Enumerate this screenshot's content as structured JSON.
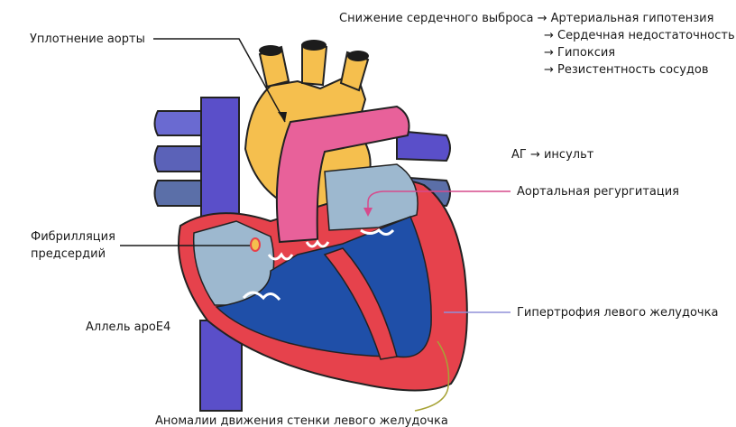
{
  "labels": {
    "cardiac_output_drop": "Снижение сердечного выброса → Артериальная гипотензия",
    "heart_failure": "→ Сердечная недостаточность",
    "hypoxia": "→ Гипоксия",
    "vascular_resistance": "→ Резистентность сосудов",
    "aortic_thickening": "Уплотнение аорты",
    "hypertension_stroke": "АГ →  инсульт",
    "aortic_regurgitation": "Аортальная регургитация",
    "atrial_fibrillation_line1": "Фибрилляция",
    "atrial_fibrillation_line2": "предсердий",
    "lv_hypertrophy": "Гипертрофия левого желудочка",
    "apoe4_allele": "Аллель apoE4",
    "lv_wall_motion": "Аномалии движения стенки левого желудочка"
  },
  "colors": {
    "aorta": "#f5bf4e",
    "pulmonary_artery": "#e8619a",
    "vein": "#5a4fc9",
    "pulmonary_vein": "#5b6fa8",
    "atrium": "#9db8cf",
    "ventricle": "#1f4fa8",
    "myocardium": "#e6424c",
    "vessel_cap": "#1c1c1c",
    "regurgitation_line": "#d64a8c",
    "hypertrophy_line": "#9090d8",
    "wall_motion_line": "#a7a336"
  }
}
